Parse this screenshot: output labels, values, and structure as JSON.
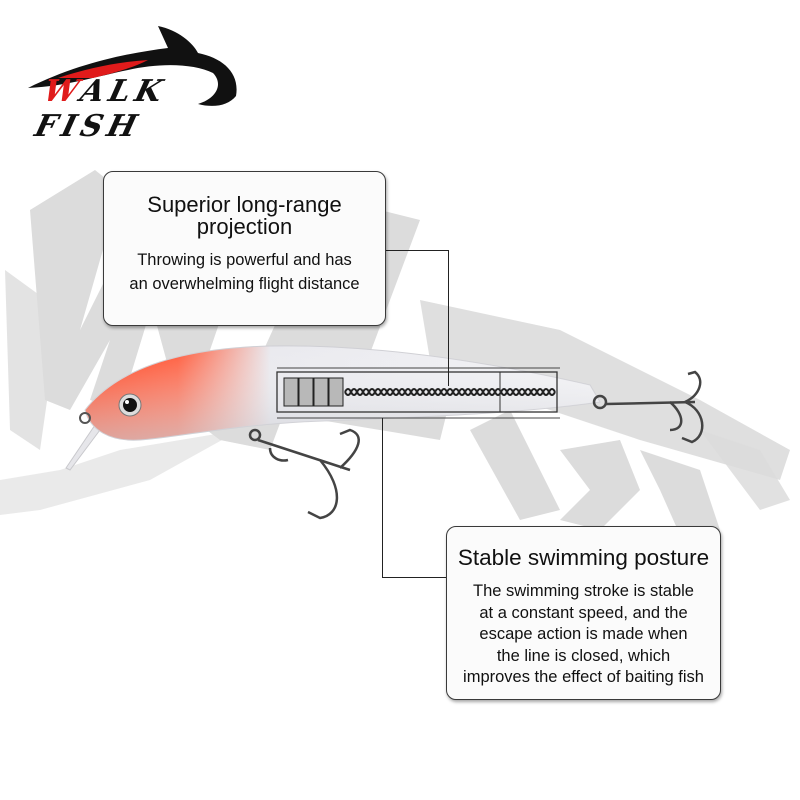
{
  "brand": {
    "logo_text": "WALK FISH",
    "logo_first_letter": "W",
    "logo_rest": "ALK FISH",
    "accent_color": "#e01b1b",
    "logo_icon": "shark-icon"
  },
  "watermark": {
    "text": "WALK FISH",
    "color": "#d9d9d9"
  },
  "product": {
    "name": "minnow-fishing-lure",
    "head_color": "#ff3a1a",
    "body_color": "#e8e8ec",
    "features": [
      "weight-transfer-system",
      "treble-hooks"
    ]
  },
  "callouts": [
    {
      "title_line1": "Superior long-range",
      "title_line2": "projection",
      "body_line1": "Throwing is powerful and has",
      "body_line2": "an overwhelming flight distance"
    },
    {
      "title": "Stable swimming posture",
      "body_lines": [
        "The swimming stroke is stable",
        "at a constant speed, and the",
        "escape action is made when",
        "the line is closed, which",
        "improves the effect of baiting fish"
      ]
    }
  ]
}
